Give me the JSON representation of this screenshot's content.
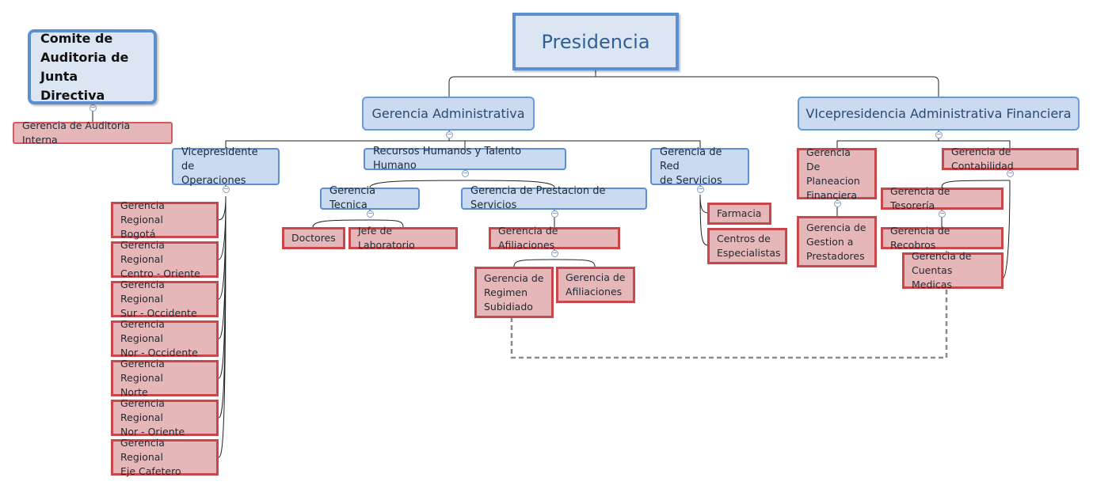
{
  "nodes": {
    "presidencia": "Presidencia",
    "comite": "Comite de\nAuditoria de\nJunta Directiva",
    "auditoria_interna": "Gerencia de Auditoria Interna",
    "gerencia_administrativa": "Gerencia Administrativa",
    "vicepresidencia_financiera": "VIcepresidencia Administrativa Financiera",
    "vp_operaciones": "Vicepresidente de\nOperaciones",
    "recursos_humanos": "Recursos Humanos y Talento Humano",
    "red_servicios": "Gerencia de Red\nde Servicios",
    "planeacion": "Gerencia De\nPlaneacion\nFinanciera",
    "contabilidad": "Gerencia de Contabilidad",
    "tecnica": "Gerencia Tecnica",
    "prestacion": "Gerencia de Prestacion de Servicios",
    "doctores": "Doctores",
    "jefe_laboratorio": "Jefe de Laboratorio",
    "afiliaciones_main": "Gerencia de Afiliaciones",
    "regimen_subsidiado": "Gerencia de\nRegimen\nSubidiado",
    "afiliaciones_sub": "Gerencia de\nAfiliaciones",
    "farmacia": "Farmacia",
    "centros": "Centros de\nEspecialistas",
    "gestion_prestadores": "Gerencia de\nGestion  a\nPrestadores",
    "tesoreria": "Gerencia de Tesorería",
    "recobros": "Gerencia de Recobros",
    "cuentas_medicas": "Gerencia de\nCuentas Medicas",
    "regional_bogota": "Gerencia Regional\nBogotá",
    "regional_centro_oriente": "Gerencia Regional\nCentro - Oriente",
    "regional_sur_occidente": "Gerencia Regional\nSur - Occidente",
    "regional_nor_occidente": "Gerencia Regional\nNor - Occidente",
    "regional_norte": "Gerencia Regional\nNorte",
    "regional_nor_oriente": "Gerencia Regional\nNor - Oriente",
    "regional_eje_cafetero": "Gerencia Regional\nEje Cafetero"
  },
  "collapse_symbol": "−",
  "colors": {
    "blue_fill": "#c9daf1",
    "blue_border": "#5b8fd0",
    "red_fill": "#e6b7b8",
    "red_border": "#c8474a",
    "connector_dashed": "#8a8a8a"
  }
}
